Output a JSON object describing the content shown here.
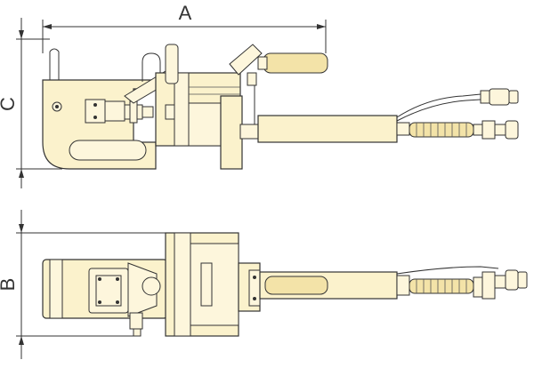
{
  "dimensions": {
    "a_label": "A",
    "b_label": "B",
    "c_label": "C"
  },
  "colors": {
    "body": "#FBF2CC",
    "outline": "#333333",
    "grip": "#F3E3A8"
  }
}
